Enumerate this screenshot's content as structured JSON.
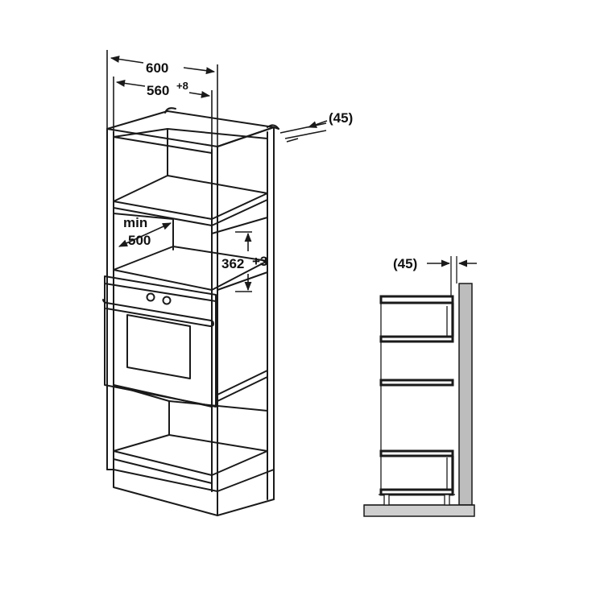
{
  "dimensions": {
    "width_outer": "600",
    "width_inner": "560",
    "width_inner_tolerance": "+8",
    "depth_min_label": "min",
    "depth_min_value": "500",
    "height_value": "362",
    "height_tolerance": "+3",
    "rear_gap": "(45)"
  },
  "side_view": {
    "rear_gap": "(45)"
  },
  "colors": {
    "line": "#1a1a1a",
    "wall": "#bdbdbd",
    "floor": "#cfcfcf"
  }
}
